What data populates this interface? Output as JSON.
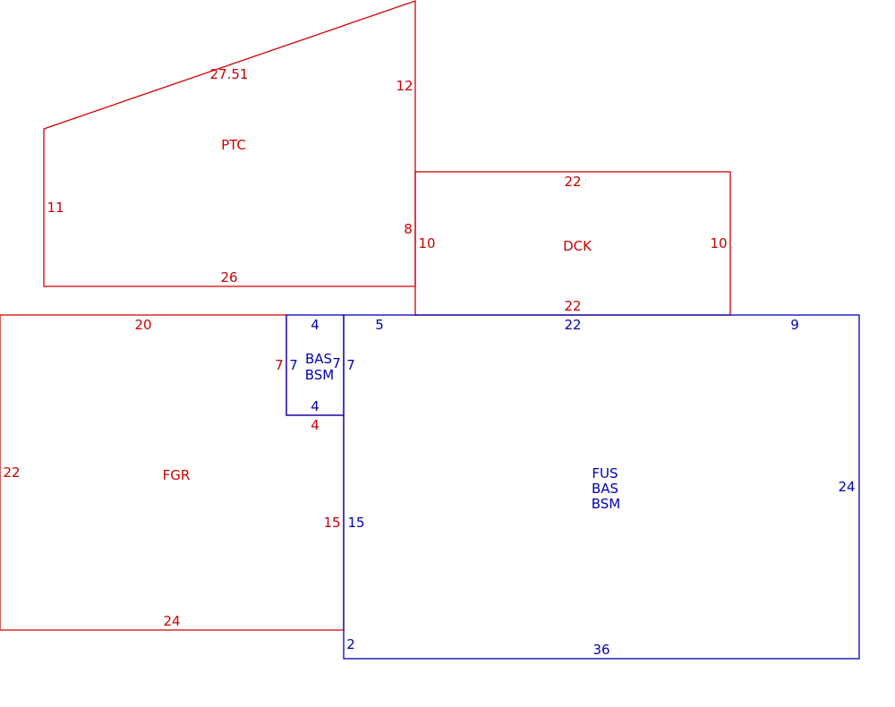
{
  "areas": {
    "ptc": {
      "code": "PTC",
      "color": "#c80000",
      "dims": {
        "slope": "27.51",
        "right": "12",
        "left": "11",
        "bottom": "26",
        "step": "8"
      }
    },
    "dck": {
      "code": "DCK",
      "color": "#c80000",
      "dims": {
        "top": "22",
        "left": "10",
        "right": "10",
        "bottom": "22"
      }
    },
    "fgr": {
      "code": "FGR",
      "color": "#c80000",
      "dims": {
        "top": "20",
        "left": "22",
        "right": "15",
        "bottom": "24",
        "notch_left": "7",
        "notch_bottom": "4"
      }
    },
    "small_bas": {
      "codes": [
        "BAS",
        "BSM"
      ],
      "color": "#0000b0",
      "dims": {
        "top": "4",
        "left": "7",
        "right_inner": "7",
        "right": "7",
        "bottom": "4"
      }
    },
    "main": {
      "codes": [
        "FUS",
        "BAS",
        "BSM"
      ],
      "color": "#0000b0",
      "dims": {
        "top_left": "5",
        "top_mid": "22",
        "top_right": "9",
        "right": "24",
        "left": "15",
        "bottom": "36",
        "bottom_left": "2"
      }
    }
  }
}
